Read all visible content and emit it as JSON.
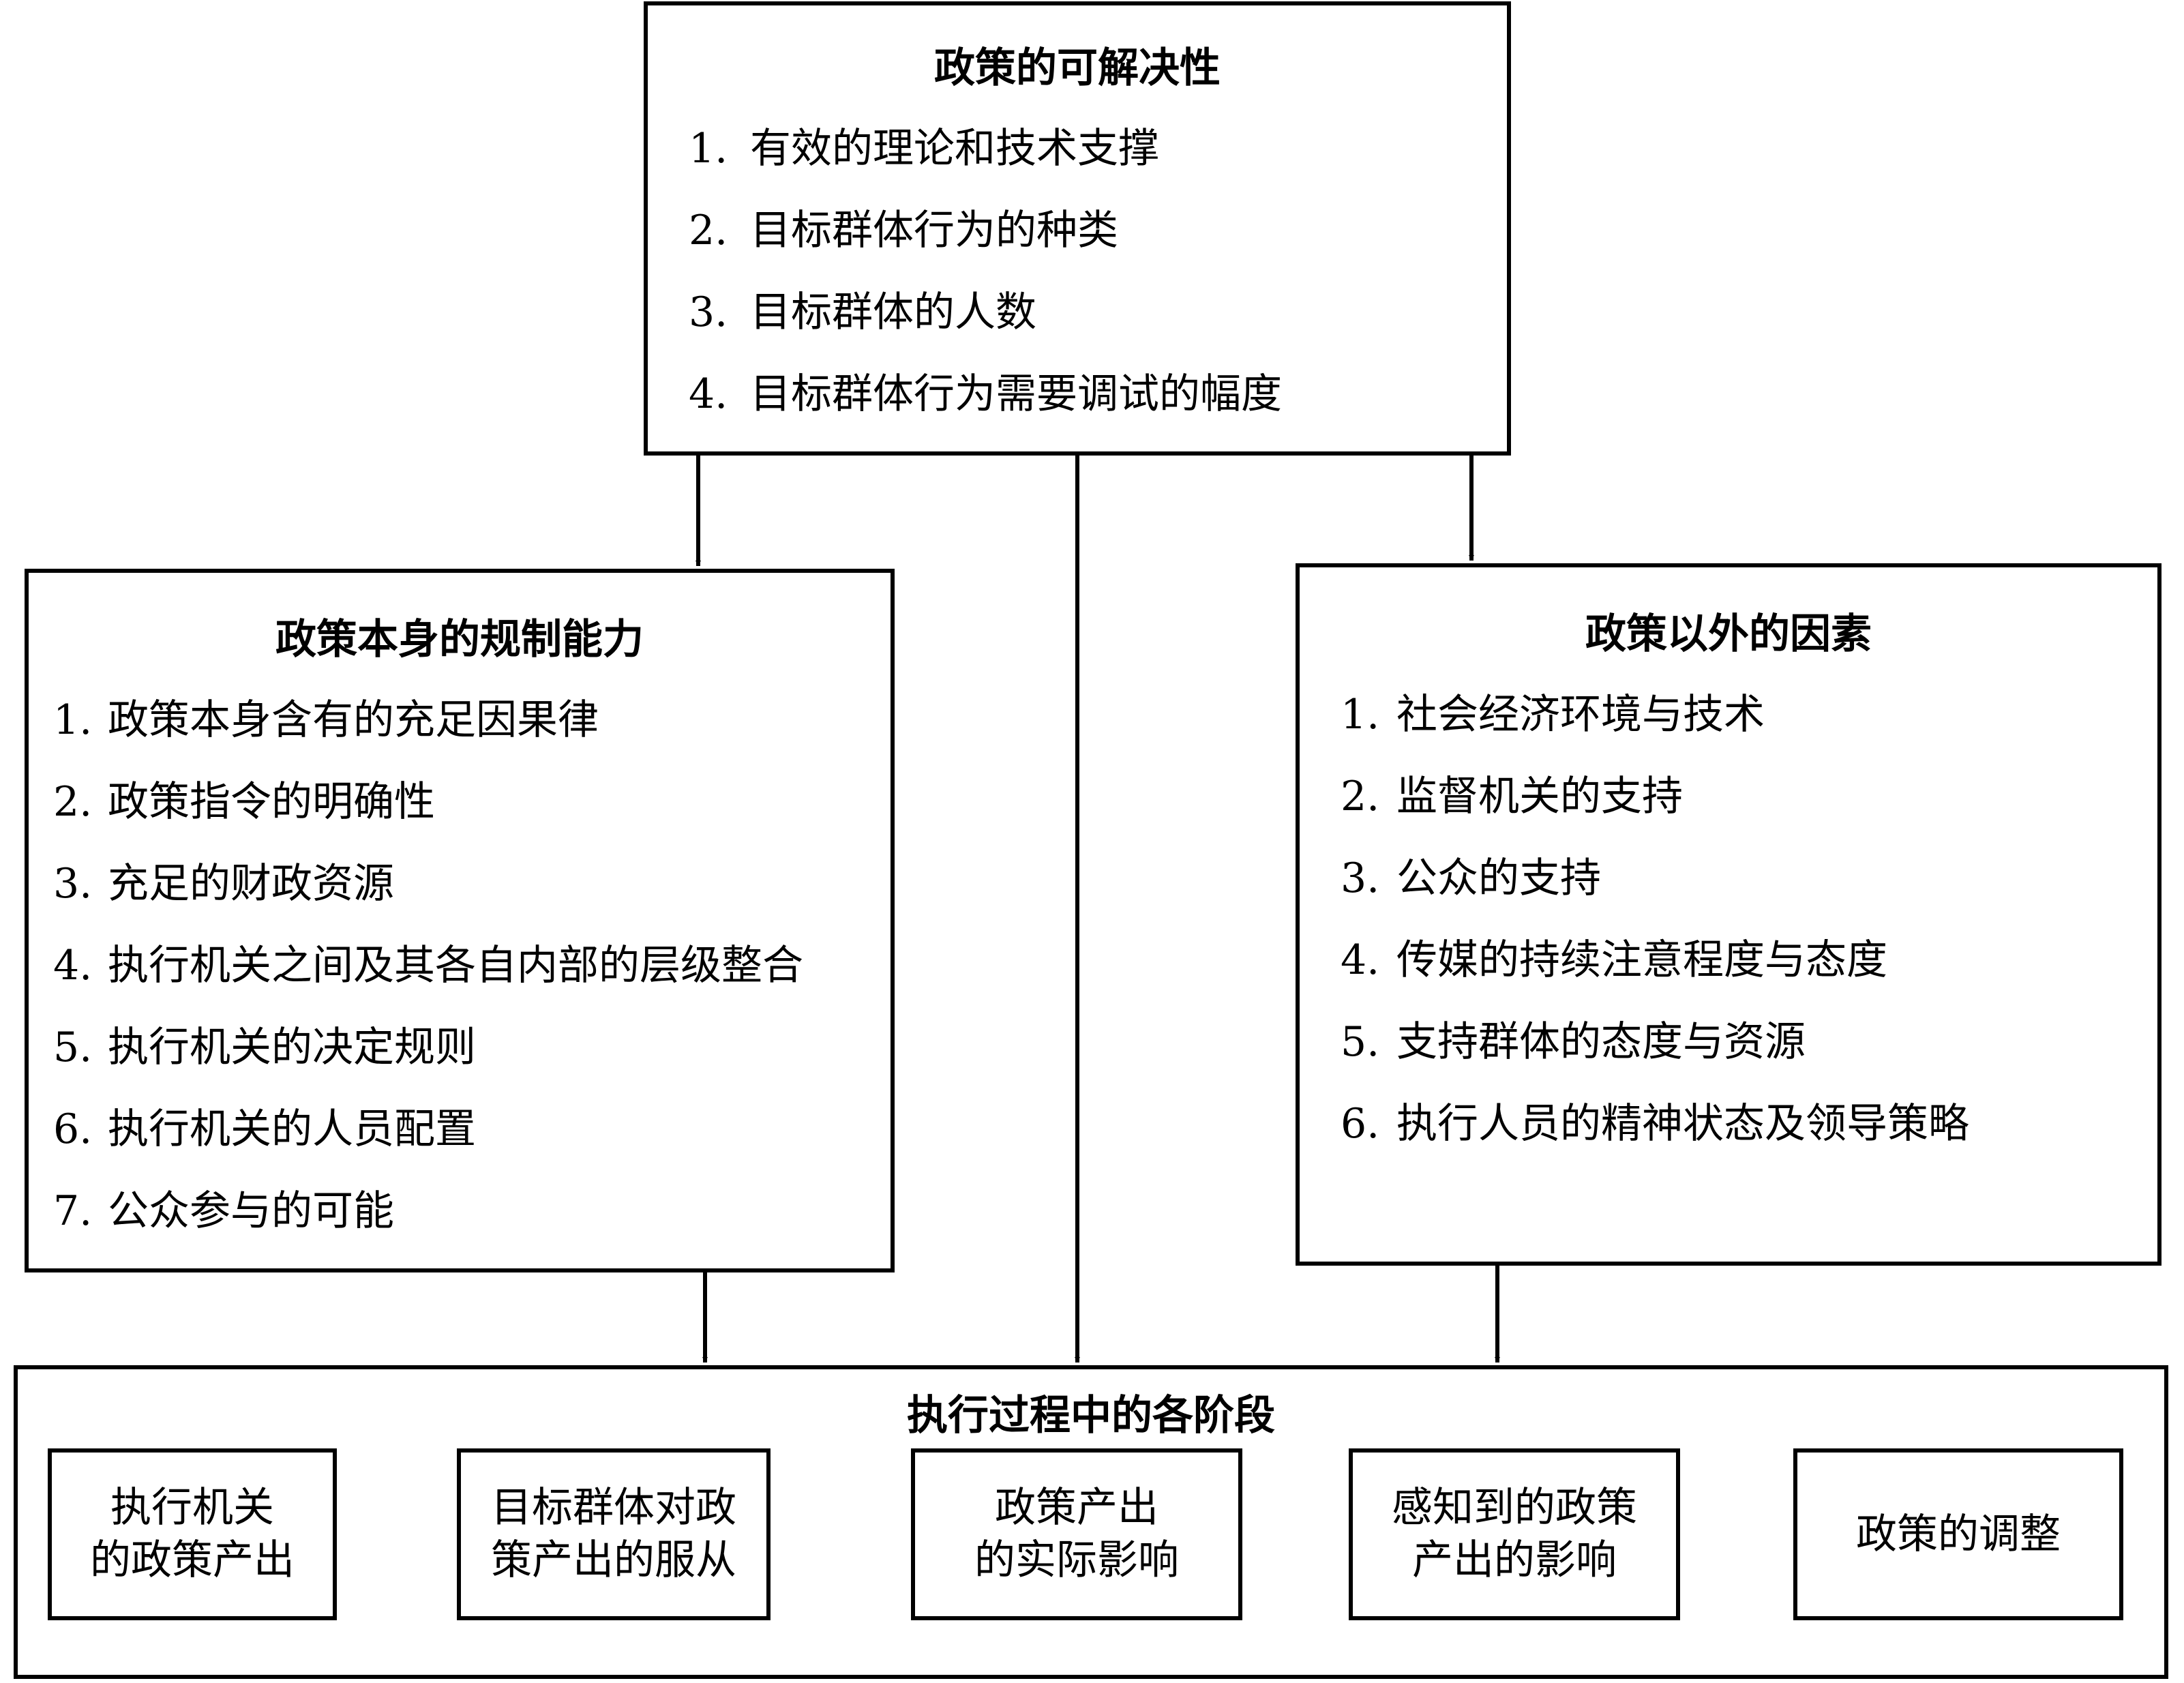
{
  "top_box": {
    "title": "政策的可解决性",
    "items": [
      {
        "num": "1.",
        "text": "有效的理论和技术支撑"
      },
      {
        "num": "2.",
        "text": "目标群体行为的种类"
      },
      {
        "num": "3.",
        "text": "目标群体的人数"
      },
      {
        "num": "4.",
        "text": "目标群体行为需要调试的幅度"
      }
    ]
  },
  "left_box": {
    "title": "政策本身的规制能力",
    "items": [
      {
        "num": "1.",
        "text": "政策本身含有的充足因果律"
      },
      {
        "num": "2.",
        "text": "政策指令的明确性"
      },
      {
        "num": "3.",
        "text": "充足的财政资源"
      },
      {
        "num": "4.",
        "text": "执行机关之间及其各自内部的层级整合"
      },
      {
        "num": "5.",
        "text": "执行机关的决定规则"
      },
      {
        "num": "6.",
        "text": "执行机关的人员配置"
      },
      {
        "num": "7.",
        "text": "公众参与的可能"
      }
    ]
  },
  "right_box": {
    "title": "政策以外的因素",
    "items": [
      {
        "num": "1.",
        "text": "社会经济环境与技术"
      },
      {
        "num": "2.",
        "text": "监督机关的支持"
      },
      {
        "num": "3.",
        "text": "公众的支持"
      },
      {
        "num": "4.",
        "text": "传媒的持续注意程度与态度"
      },
      {
        "num": "5.",
        "text": "支持群体的态度与资源"
      },
      {
        "num": "6.",
        "text": "执行人员的精神状态及领导策略"
      }
    ]
  },
  "bottom_box": {
    "title": "执行过程中的各阶段",
    "stages": [
      "执行机关\n的政策产出",
      "目标群体对政\n策产出的服从",
      "政策产出\n的实际影响",
      "感知到的政策\n产出的影响",
      "政策的调整"
    ]
  }
}
